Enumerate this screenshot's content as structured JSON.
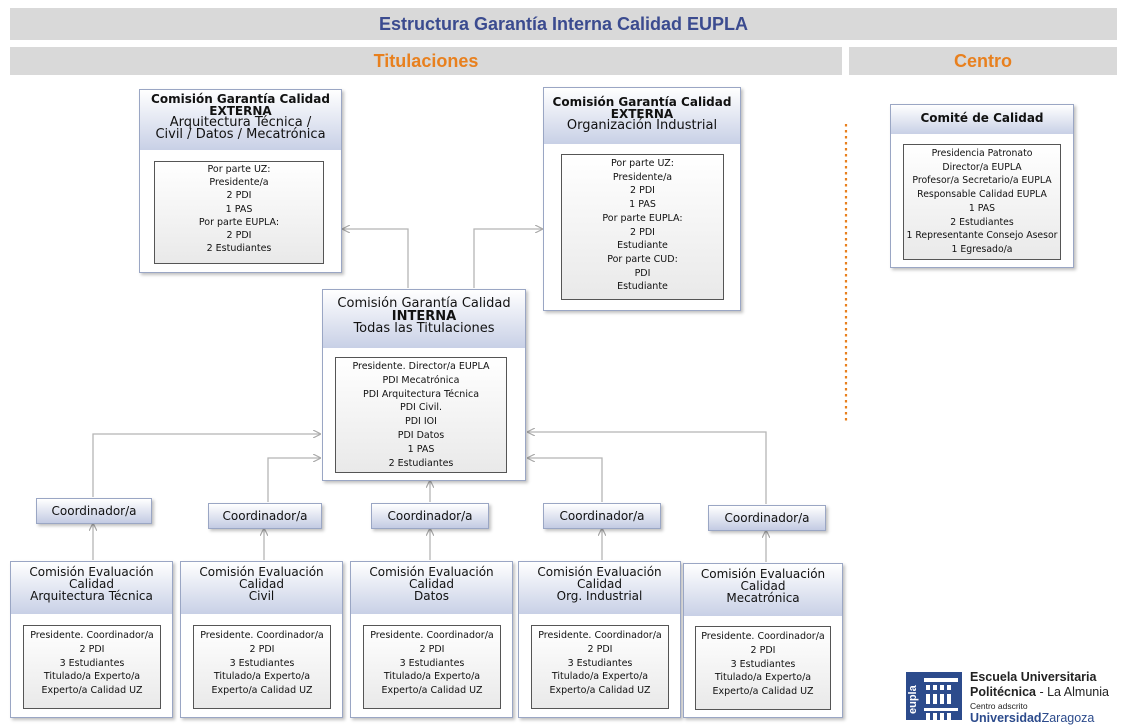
{
  "header": {
    "title": "Estructura Garantía Interna Calidad EUPLA"
  },
  "sections": {
    "titulaciones": "Titulaciones",
    "centro": "Centro"
  },
  "ext1": {
    "title": "Comisión Garantía Calidad",
    "type": "EXTERNA",
    "sub1": "Arquitectura Técnica /",
    "sub2": "Civil / Datos / Mecatrónica",
    "members": [
      "Por parte UZ:",
      "Presidente/a",
      "2 PDI",
      "1 PAS",
      "Por parte EUPLA:",
      "2 PDI",
      "2 Estudiantes"
    ]
  },
  "ext2": {
    "title": "Comisión Garantía Calidad",
    "type": "EXTERNA",
    "sub1": "Organización Industrial",
    "members": [
      "Por parte UZ:",
      "Presidente/a",
      "2 PDI",
      "1 PAS",
      "Por parte EUPLA:",
      "2 PDI",
      "Estudiante",
      "Por parte CUD:",
      "PDI",
      "Estudiante"
    ]
  },
  "interna": {
    "title": "Comisión Garantía Calidad",
    "type": "INTERNA",
    "sub1": "Todas las Titulaciones",
    "members": [
      "Presidente. Director/a EUPLA",
      "PDI  Mecatrónica",
      "PDI Arquitectura Técnica",
      "PDI Civil.",
      "PDI IOI",
      "PDI Datos",
      "1 PAS",
      "2 Estudiantes"
    ]
  },
  "comite": {
    "title": "Comité de Calidad",
    "members": [
      "Presidencia Patronato",
      "Director/a EUPLA",
      "Profesor/a Secretario/a EUPLA",
      "Responsable Calidad EUPLA",
      "1 PAS",
      "2 Estudiantes",
      "1 Representante Consejo Asesor",
      "1 Egresado/a"
    ]
  },
  "coordinator_label": "Coordinador/a",
  "evaluations": [
    {
      "l1": "Comisión Evaluación",
      "l2": "Calidad",
      "l3": "Arquitectura Técnica"
    },
    {
      "l1": "Comisión Evaluación",
      "l2": "Calidad",
      "l3": "Civil"
    },
    {
      "l1": "Comisión Evaluación",
      "l2": "Calidad",
      "l3": "Datos"
    },
    {
      "l1": "Comisión Evaluación",
      "l2": "Calidad",
      "l3": "Org. Industrial"
    },
    {
      "l1": "Comisión Evaluación",
      "l2": "Calidad",
      "l3": "Mecatrónica"
    }
  ],
  "evaluation_members": [
    "Presidente. Coordinador/a",
    "2 PDI",
    "3 Estudiantes",
    "Titulado/a Experto/a",
    "Experto/a Calidad UZ"
  ],
  "logo": {
    "line1": "Escuela Universitaria",
    "line2_bold": "Politécnica",
    "line2_rest": " - La Almunia",
    "line3": "Centro adscrito",
    "line4_bold": "Universidad",
    "line4_rest": "Zaragoza",
    "vertical": "eupla"
  },
  "colors": {
    "title_blue": "#3b4b8f",
    "section_orange": "#e8801e",
    "band_gray": "#d9d9d9",
    "dotted_orange": "#e8801e",
    "logo_blue": "#2c4b8c"
  }
}
